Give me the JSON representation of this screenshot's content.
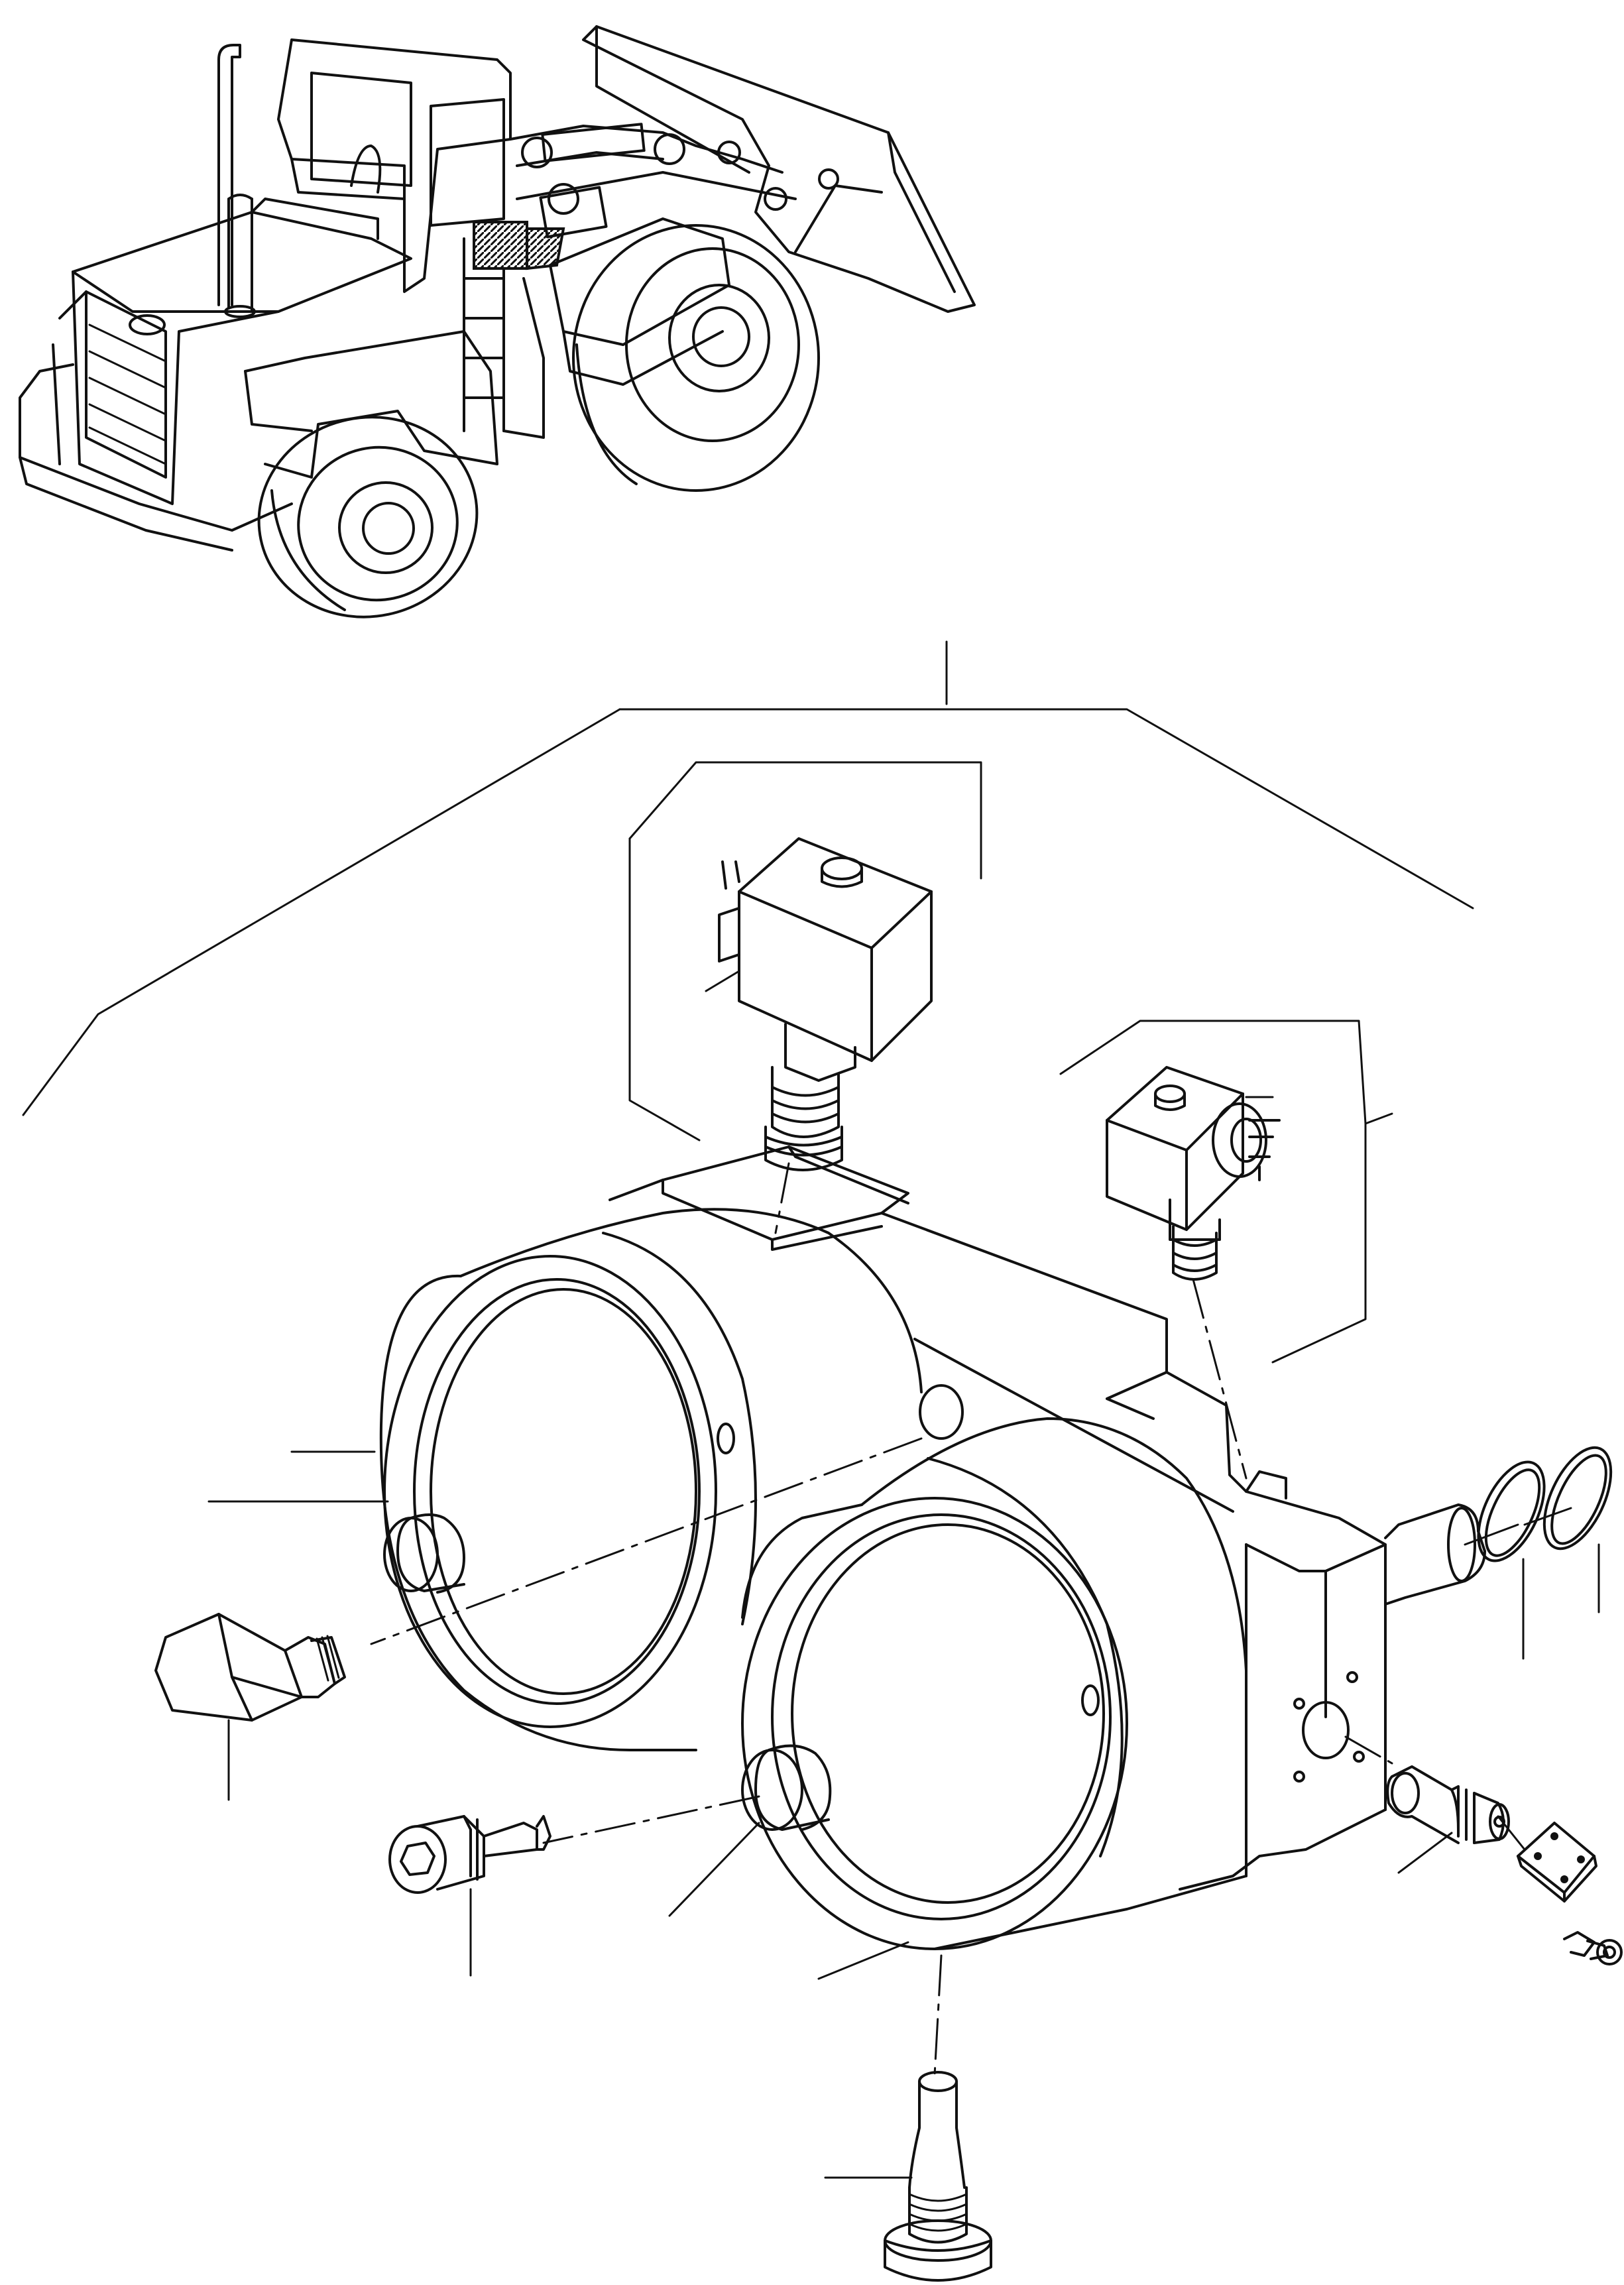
{
  "diagram": {
    "colors": {
      "line": "#111111",
      "background": "#ffffff"
    },
    "components": [
      {
        "id": "wheel-loader-overview",
        "icon": "wheel-loader-icon"
      },
      {
        "id": "valve-block-housing",
        "icon": "valve-block-icon"
      },
      {
        "id": "upper-solenoid-valve",
        "icon": "solenoid-valve-icon"
      },
      {
        "id": "right-solenoid-valve",
        "icon": "solenoid-valve-icon"
      },
      {
        "id": "left-piston-cap",
        "icon": "cylinder-cap-icon"
      },
      {
        "id": "right-piston-cap",
        "icon": "cylinder-cap-icon"
      },
      {
        "id": "hex-plug",
        "icon": "hex-plug-icon"
      },
      {
        "id": "socket-screw-plug",
        "icon": "socket-plug-icon"
      },
      {
        "id": "bottom-plug",
        "icon": "threaded-plug-icon"
      },
      {
        "id": "side-cartridge-valve",
        "icon": "cartridge-valve-icon"
      },
      {
        "id": "cover-plate",
        "icon": "cover-plate-icon"
      },
      {
        "id": "small-bolt",
        "icon": "bolt-icon"
      },
      {
        "id": "o-ring-1",
        "icon": "o-ring-icon"
      },
      {
        "id": "o-ring-2",
        "icon": "o-ring-icon"
      }
    ]
  }
}
